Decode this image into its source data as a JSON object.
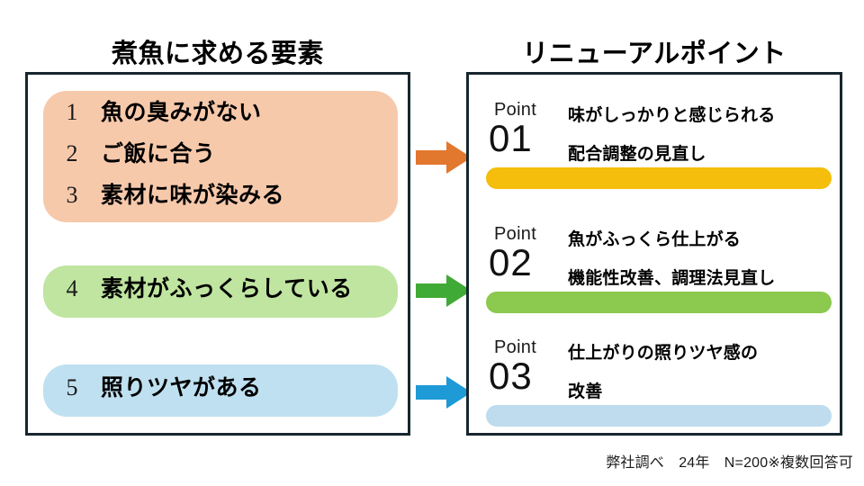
{
  "slide": {
    "footnote": "弊社調べ　24年　N=200※複数回答可"
  },
  "left_panel": {
    "title": "煮魚に求める要素",
    "groups": [
      {
        "color": "#f7c9ab",
        "rows": [
          {
            "num": "1",
            "label": "魚の臭みがない"
          },
          {
            "num": "2",
            "label": "ご飯に合う"
          },
          {
            "num": "3",
            "label": "素材に味が染みる"
          }
        ]
      },
      {
        "color": "#bfe5a0",
        "rows": [
          {
            "num": "4",
            "label": "素材がふっくらしている"
          }
        ]
      },
      {
        "color": "#bfe0f0",
        "rows": [
          {
            "num": "5",
            "label": "照りツヤがある"
          }
        ]
      }
    ]
  },
  "arrows": [
    {
      "name": "arrow-orange",
      "color": "#e2772e"
    },
    {
      "name": "arrow-green",
      "color": "#3faa35"
    },
    {
      "name": "arrow-blue",
      "color": "#1e9ad6"
    }
  ],
  "right_panel": {
    "title": "リニューアルポイント",
    "points": [
      {
        "label": "Point",
        "number": "01",
        "line1": "味がしっかりと感じられる",
        "line2": "配合調整の見直し",
        "bar_color": "#f5bd0c"
      },
      {
        "label": "Point",
        "number": "02",
        "line1": "魚がふっくら仕上がる",
        "line2": "機能性改善、調理法見直し",
        "bar_color": "#8bc94f"
      },
      {
        "label": "Point",
        "number": "03",
        "line1": "仕上がりの照りツヤ感の",
        "line2": "改善",
        "bar_color": "#bfdcee"
      }
    ]
  }
}
